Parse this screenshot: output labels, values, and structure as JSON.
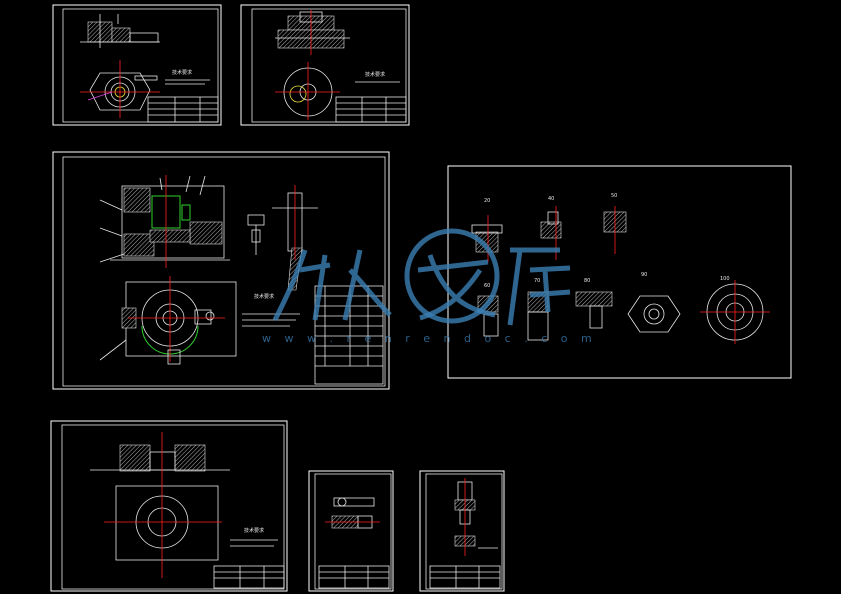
{
  "sheet_labels": {
    "s1_note": "技术要求",
    "s2_note": "技术要求",
    "s3_note": "技术要求",
    "s5_note": "技术要求"
  },
  "process_steps": [
    "20",
    "40",
    "50",
    "60",
    "70",
    "80",
    "90",
    "100"
  ],
  "watermark": {
    "url": "w w w . r e n r e n d o c . c o m"
  }
}
